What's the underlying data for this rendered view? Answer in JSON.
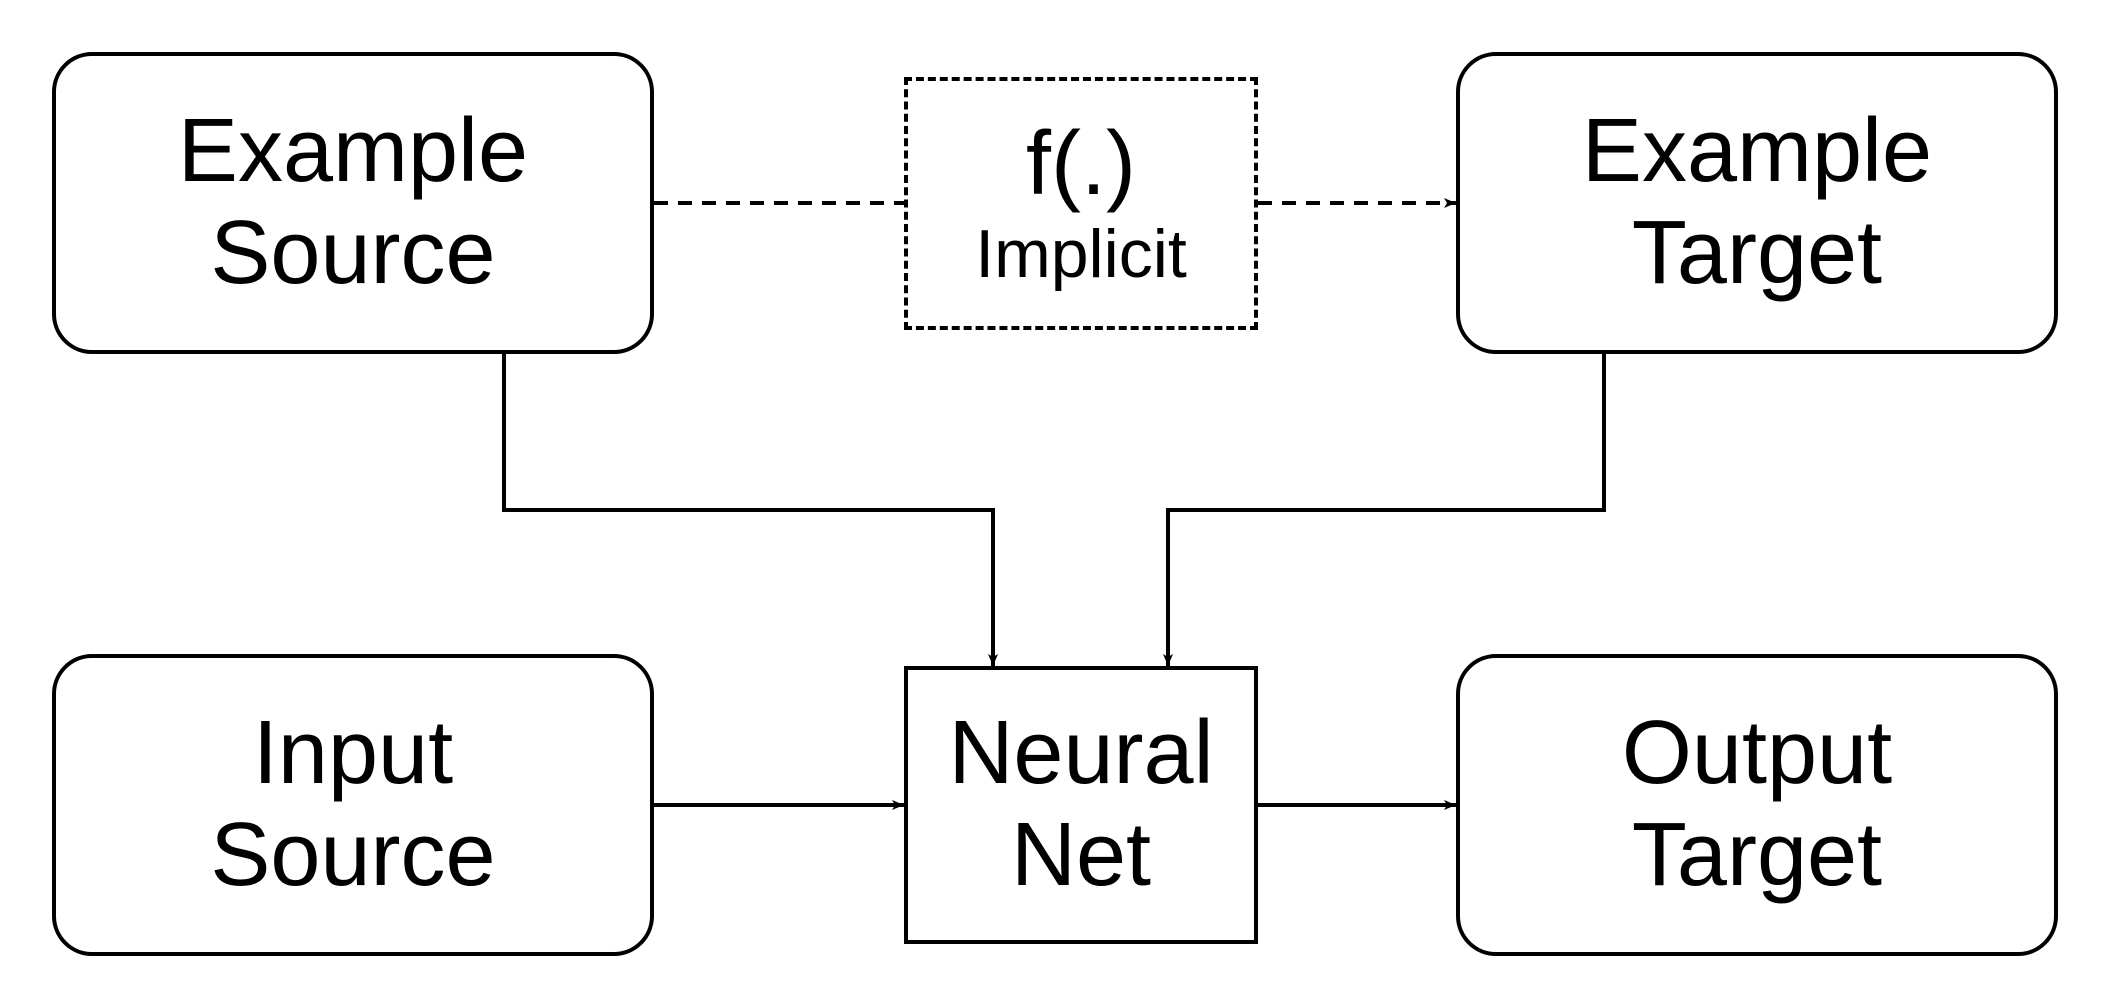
{
  "nodes": {
    "example_source": {
      "lines": [
        "Example",
        "Source"
      ]
    },
    "f_implicit": {
      "lines": [
        "f(.)",
        "Implicit"
      ]
    },
    "example_target": {
      "lines": [
        "Example",
        "Target"
      ]
    },
    "input_source": {
      "lines": [
        "Input",
        "Source"
      ]
    },
    "neural_net": {
      "lines": [
        "Neural",
        "Net"
      ]
    },
    "output_target": {
      "lines": [
        "Output",
        "Target"
      ]
    }
  },
  "edges": [
    {
      "from": "example_source",
      "to": "f_implicit",
      "style": "dashed"
    },
    {
      "from": "f_implicit",
      "to": "example_target",
      "style": "dashed"
    },
    {
      "from": "example_source",
      "to": "neural_net",
      "style": "solid"
    },
    {
      "from": "example_target",
      "to": "neural_net",
      "style": "solid"
    },
    {
      "from": "input_source",
      "to": "neural_net",
      "style": "solid"
    },
    {
      "from": "neural_net",
      "to": "output_target",
      "style": "solid"
    }
  ],
  "colors": {
    "stroke": "#000000",
    "background": "#ffffff"
  }
}
